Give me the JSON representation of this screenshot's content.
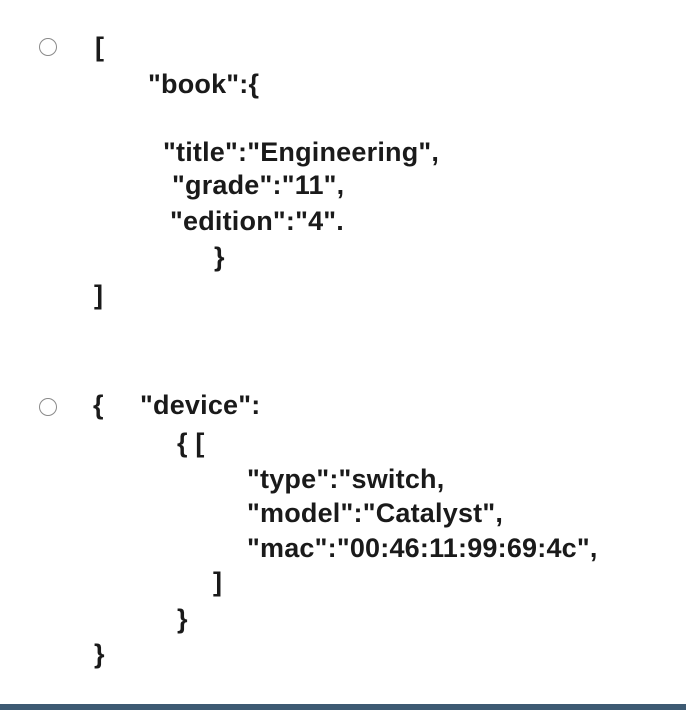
{
  "options": [
    {
      "lines": [
        "[",
        "\"book\":{",
        "\"title\":\"Engineering\",",
        "\"grade\":\"11\",",
        "\"edition\":\"4\".",
        "}",
        "]"
      ]
    },
    {
      "lines": [
        "{",
        "\"device\":",
        "{ [",
        "\"type\":\"switch,",
        "\"model\":\"Catalyst\",",
        "\"mac\":\"00:46:11:99:69:4c\",",
        "]",
        "}",
        "}"
      ]
    }
  ],
  "colors": {
    "text": "#1a1a1a",
    "radio_border": "#8a8a8a",
    "bottom_bar": "#3d5a73"
  }
}
